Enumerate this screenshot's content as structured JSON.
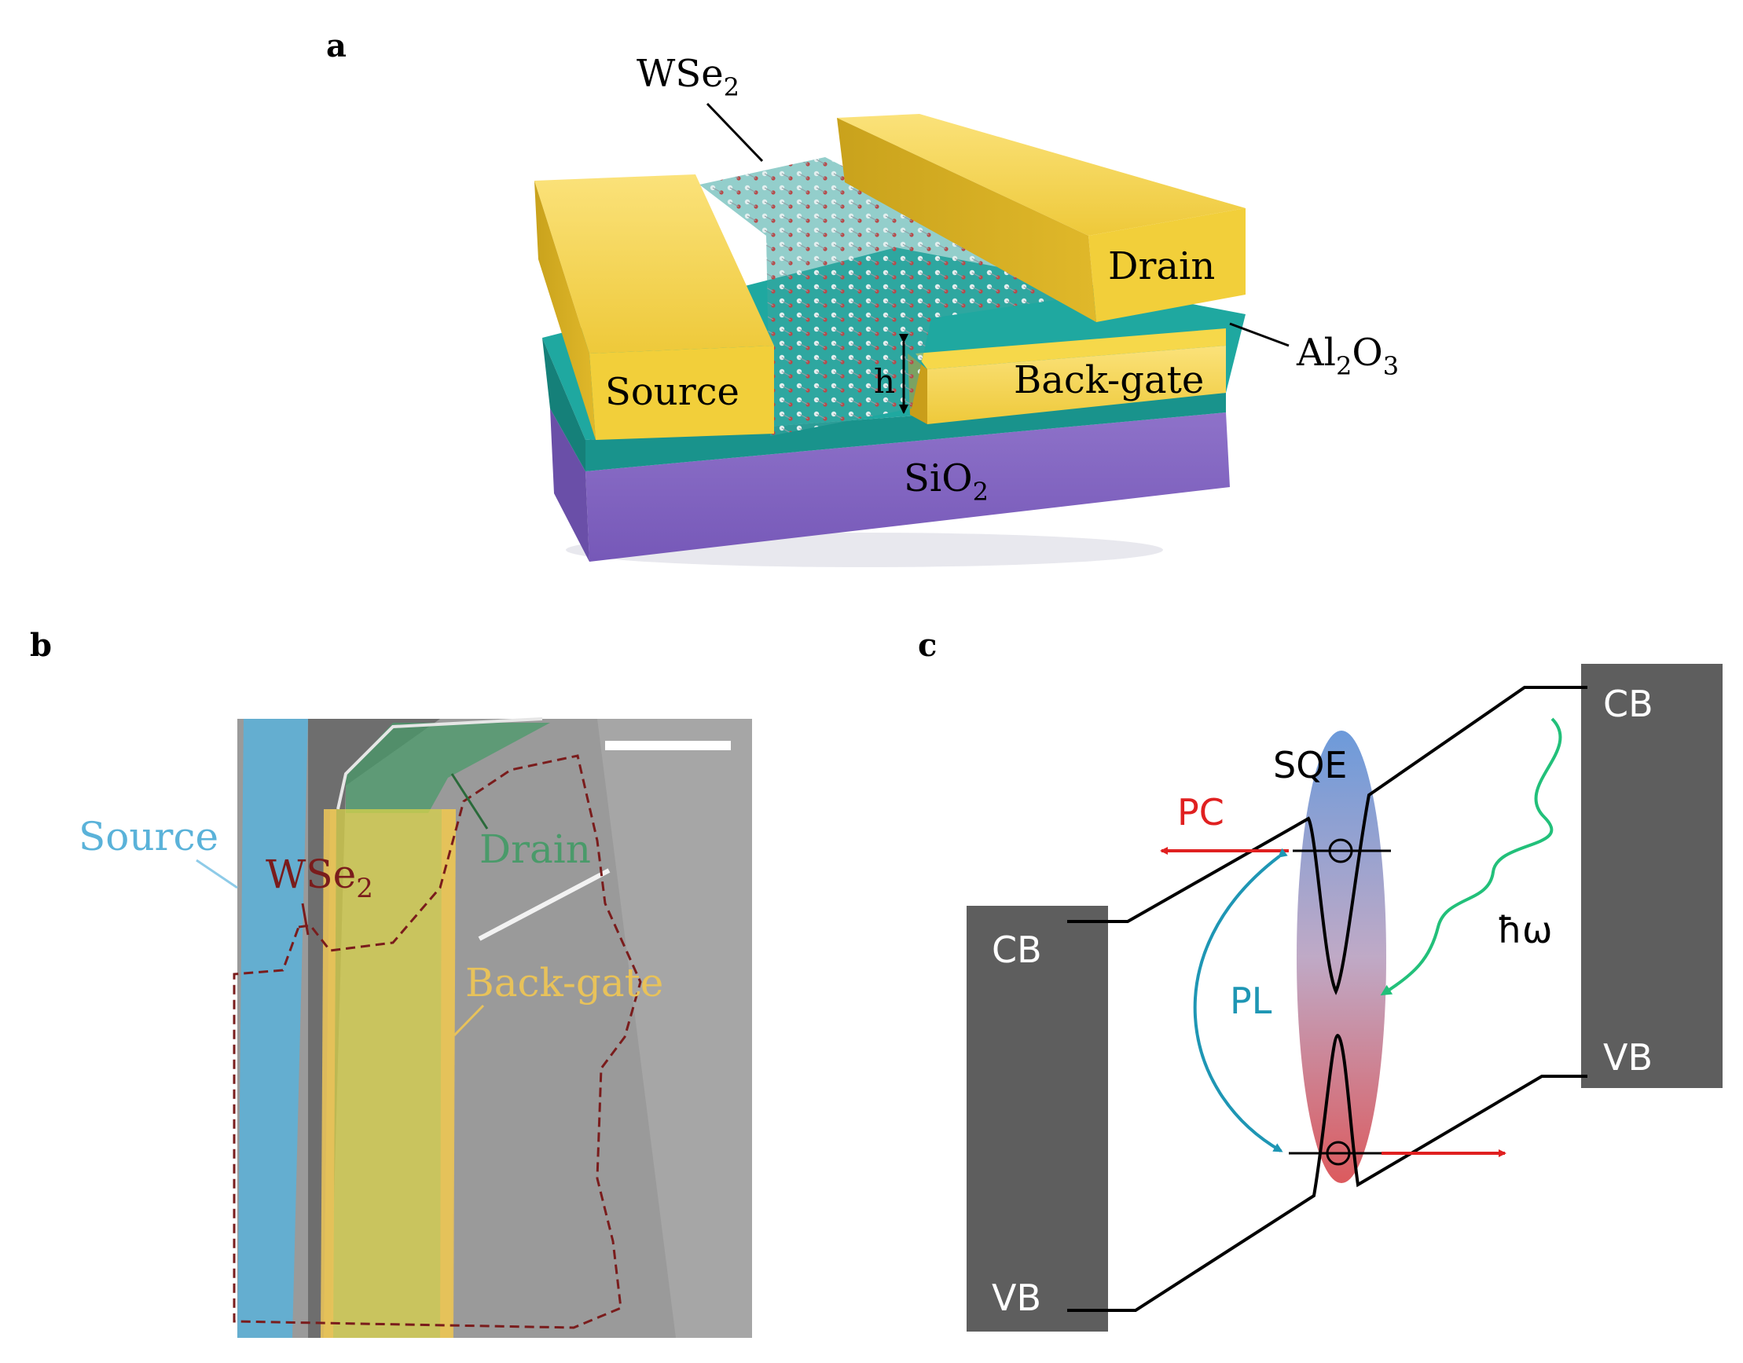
{
  "panels": {
    "a": {
      "letter": "a",
      "wse2": {
        "main": "WSe",
        "sub": "2"
      },
      "drain": "Drain",
      "source": "Source",
      "backgate": "Back-gate",
      "al2o3": {
        "a": "Al",
        "s1": "2",
        "b": "O",
        "s2": "3"
      },
      "sio2": {
        "main": "SiO",
        "sub": "2"
      },
      "h": "h"
    },
    "b": {
      "letter": "b",
      "source": "Source",
      "wse2": {
        "main": "WSe",
        "sub": "2"
      },
      "drain": "Drain",
      "backgate": "Back-gate"
    },
    "c": {
      "letter": "c",
      "cb_left": "CB",
      "vb_left": "VB",
      "cb_right": "CB",
      "vb_right": "VB",
      "sqe": "SQE",
      "pc": "PC",
      "pl": "PL",
      "photon": "ħω"
    }
  },
  "colors": {
    "gold": "#f2cf3a",
    "teal": "#1fa8a0",
    "purple": "#8a6fc4",
    "source_blue": "#5ab2d9",
    "drain_green": "#4a9a6a",
    "backgate_yellow": "#e8c25a",
    "wse2_red": "#7a1c1c",
    "pc_red": "#e02020",
    "pl_teal": "#1e96b4",
    "photon_green": "#22c07a",
    "band_gray": "#5e5e5e"
  }
}
